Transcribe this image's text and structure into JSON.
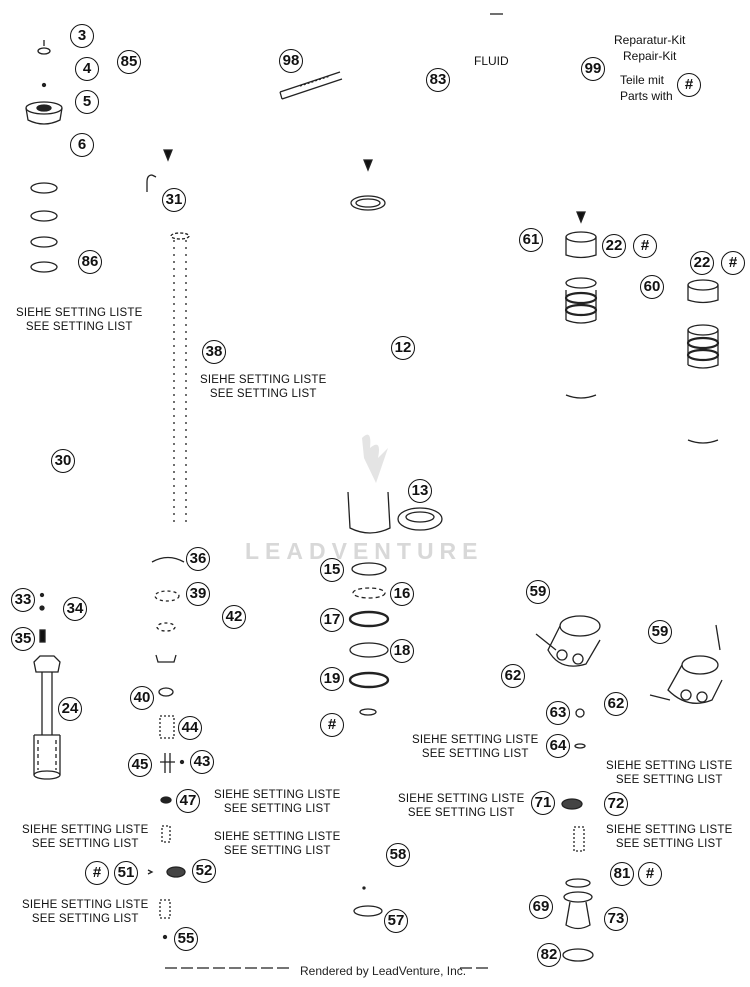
{
  "callouts": {
    "c3": "3",
    "c4": "4",
    "c85": "85",
    "c5": "5",
    "c6": "6",
    "c98": "98",
    "c83": "83",
    "c99": "99",
    "c31": "31",
    "c61": "61",
    "c22a": "22",
    "c22b": "22",
    "c60": "60",
    "c86": "86",
    "c38": "38",
    "c12": "12",
    "c30": "30",
    "c13": "13",
    "c36": "36",
    "c15": "15",
    "c33": "33",
    "c34": "34",
    "c39": "39",
    "c16": "16",
    "c59a": "59",
    "c42": "42",
    "c17": "17",
    "c59b": "59",
    "c35": "35",
    "c18": "18",
    "c62a": "62",
    "c19": "19",
    "c24": "24",
    "c40": "40",
    "c63": "63",
    "c62b": "62",
    "c44": "44",
    "c64": "64",
    "c45": "45",
    "c43": "43",
    "c47": "47",
    "c71": "71",
    "c72": "72",
    "c58": "58",
    "c51": "51",
    "c52": "52",
    "c81": "81",
    "c69": "69",
    "c73": "73",
    "c57": "57",
    "c55": "55",
    "c82": "82",
    "hash1": "#",
    "hash2": "#",
    "hash3": "#",
    "hash4": "#",
    "hash5": "#",
    "hash6": "#"
  },
  "labels": {
    "fluid": "FLUID",
    "repair_kit_de": "Reparatur-Kit",
    "repair_kit_en": "Repair-Kit",
    "parts_with_de": "Teile mit",
    "parts_with_en": "Parts with"
  },
  "notes": {
    "siehe": "SIEHE SETTING LISTE",
    "see": "SEE SETTING LIST"
  },
  "watermark": "LEADVENTURE",
  "footer": "Rendered by LeadVenture, Inc."
}
